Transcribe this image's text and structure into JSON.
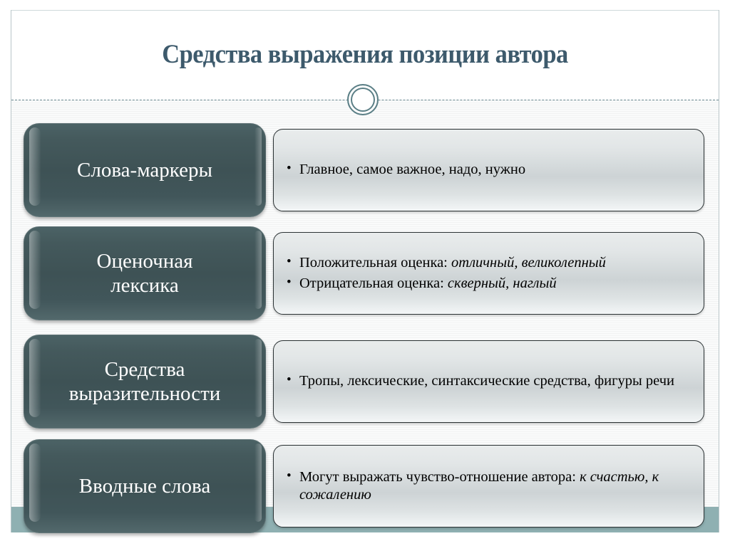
{
  "slide": {
    "title": "Средства выражения позиции автора",
    "colors": {
      "title": "#3d5a6c",
      "label_box": "#3e5255",
      "content_box": "#cdd3d5",
      "footer_band": "#8fb0b2",
      "divider": "#6b8a93"
    }
  },
  "rows": [
    {
      "label": "Слова-маркеры",
      "bullets": [
        {
          "lead": "Главное, самое важное, надо, нужно",
          "emphasis": ""
        }
      ]
    },
    {
      "label": "Оценочная\nлексика",
      "bullets": [
        {
          "lead": "Положительная оценка: ",
          "emphasis": "отличный, великолепный"
        },
        {
          "lead": "Отрицательная оценка: ",
          "emphasis": "скверный, наглый"
        }
      ]
    },
    {
      "label": "Средства\nвыразительности",
      "bullets": [
        {
          "lead": "Тропы, лексические, синтаксические средства, фигуры речи",
          "emphasis": ""
        }
      ]
    },
    {
      "label": "Вводные слова",
      "bullets": [
        {
          "lead": "Могут выражать чувство-отношение автора: ",
          "emphasis": "к счастью, к сожалению"
        }
      ]
    }
  ]
}
